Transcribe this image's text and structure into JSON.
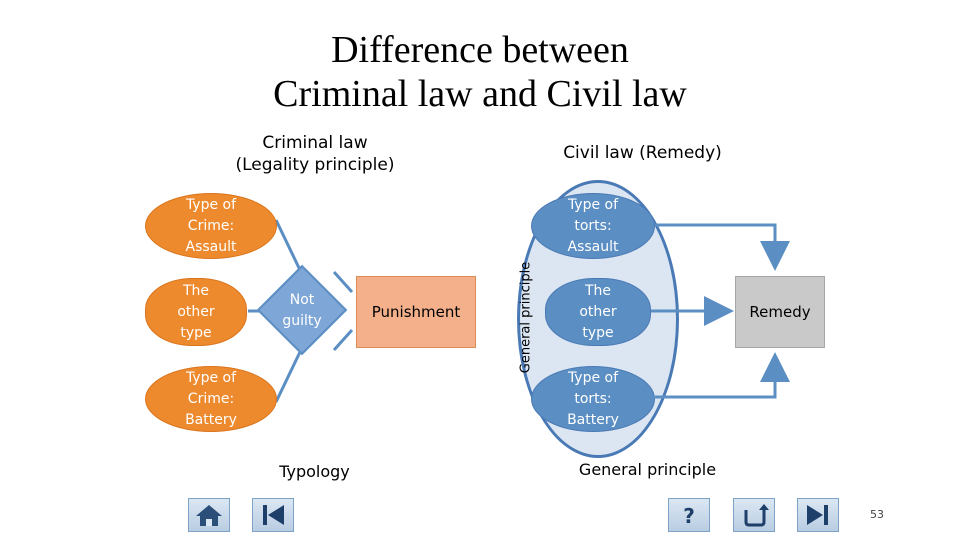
{
  "title": {
    "line1": "Difference between",
    "line2": "Criminal law and Civil law"
  },
  "left_header": {
    "line1": "Criminal law",
    "line2": "(Legality principle)"
  },
  "right_header": "Civil law (Remedy)",
  "criminal_nodes": {
    "assault": "Type of\nCrime:\nAssault",
    "other": "The\nother\ntype",
    "battery": "Type of\nCrime:\nBattery"
  },
  "not_guilty": "Not\nguilty",
  "punishment": "Punishment",
  "vertical_label": "General principle",
  "tort_nodes": {
    "assault": "Type of\ntorts:\nAssault",
    "other": "The\nother\ntype",
    "battery": "Type of\ntorts:\nBattery"
  },
  "remedy": "Remedy",
  "typology_label": "Typology",
  "general_principle_label": "General principle",
  "page_number": "53",
  "colors": {
    "orange": "#ee8a2e",
    "blue": "#5b8ec3",
    "oval_fill": "#dce6f2",
    "punishment_fill": "#f4b08a",
    "remedy_fill": "#c9c9c9"
  },
  "nav_icons": [
    "home-icon",
    "first-slide-icon",
    "help-icon",
    "return-icon",
    "last-slide-icon"
  ]
}
